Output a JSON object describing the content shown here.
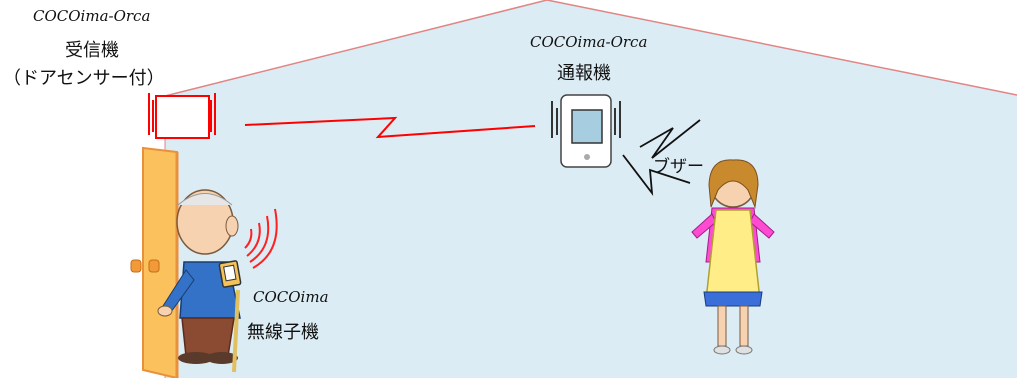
{
  "receiver": {
    "brand": "COCOima-Orca",
    "name": "受信機",
    "sub": "（ドアセンサー付）"
  },
  "notifier": {
    "brand": "COCOima-Orca",
    "name": "通報機"
  },
  "buzzer": {
    "label": "ブザー"
  },
  "handset": {
    "brand": "COCOima",
    "name": "無線子機"
  },
  "colors": {
    "wall": "#dcecf4",
    "roof_line": "#e08585",
    "signal": "#ff0000",
    "door": "#fbc15c",
    "door_edge": "#e8913a"
  }
}
